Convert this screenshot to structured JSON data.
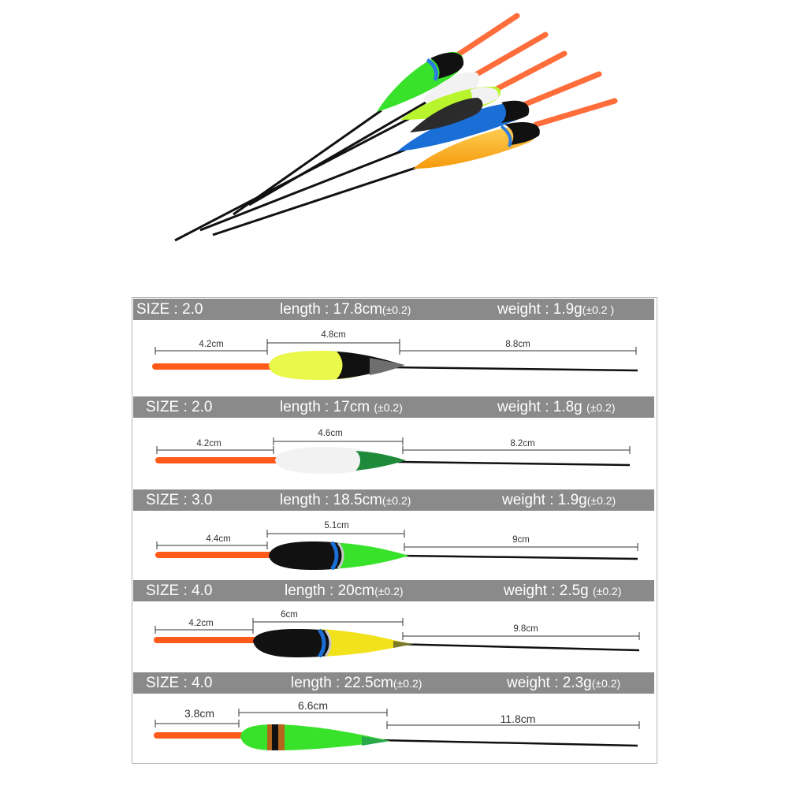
{
  "floats": [
    {
      "size_label": "SIZE : 2.0",
      "length_label": "length : 17.8cm",
      "length_tol": "(±0.2)",
      "weight_label": "weight : 1.9g",
      "weight_tol": "(±0.2 )",
      "dims": [
        "4.2cm",
        "4.8cm",
        "8.8cm"
      ],
      "colors": {
        "tip": "#ff5a1a",
        "body": "#e9f84a",
        "tail": "#111111"
      }
    },
    {
      "size_label": "SIZE : 2.0",
      "length_label": "length : 17cm",
      "length_tol": "(±0.2)",
      "weight_label": "weight : 1.8g",
      "weight_tol": "(±0.2)",
      "dims": [
        "4.2cm",
        "4.6cm",
        "8.2cm"
      ],
      "colors": {
        "tip": "#ff5a1a",
        "body": "#f2f2f2",
        "tail": "#1f8a3a"
      }
    },
    {
      "size_label": "SIZE : 3.0",
      "length_label": "length : 18.5cm",
      "length_tol": "(±0.2)",
      "weight_label": "weight : 1.9g",
      "weight_tol": "(±0.2)",
      "dims": [
        "4.4cm",
        "5.1cm",
        "9cm"
      ],
      "colors": {
        "tip": "#ff5a1a",
        "body": "#111111",
        "band": "#1a6fd6",
        "tail": "#39e22a"
      }
    },
    {
      "size_label": "SIZE : 4.0",
      "length_label": "length : 20cm",
      "length_tol": "(±0.2)",
      "weight_label": "weight : 2.5g",
      "weight_tol": "(±0.2)",
      "dims": [
        "4.2cm",
        "6cm",
        "9.8cm"
      ],
      "colors": {
        "tip": "#ff5a1a",
        "body": "#111111",
        "band": "#1a6fd6",
        "tail": "#f2e21c"
      }
    },
    {
      "size_label": "SIZE : 4.0",
      "length_label": "length : 22.5cm",
      "length_tol": "(±0.2)",
      "weight_label": "weight : 2.3g",
      "weight_tol": "(±0.2)",
      "dims": [
        "3.8cm",
        "6.6cm",
        "11.8cm"
      ],
      "colors": {
        "tip": "#ff5a1a",
        "body": "#39e22a",
        "band": "#b5651d",
        "tail": "#39e22a"
      }
    }
  ],
  "hero_colors": [
    "#39e22a",
    "#f2f2f2",
    "#b8f52c",
    "#1a6fd6",
    "#ffb21c"
  ]
}
